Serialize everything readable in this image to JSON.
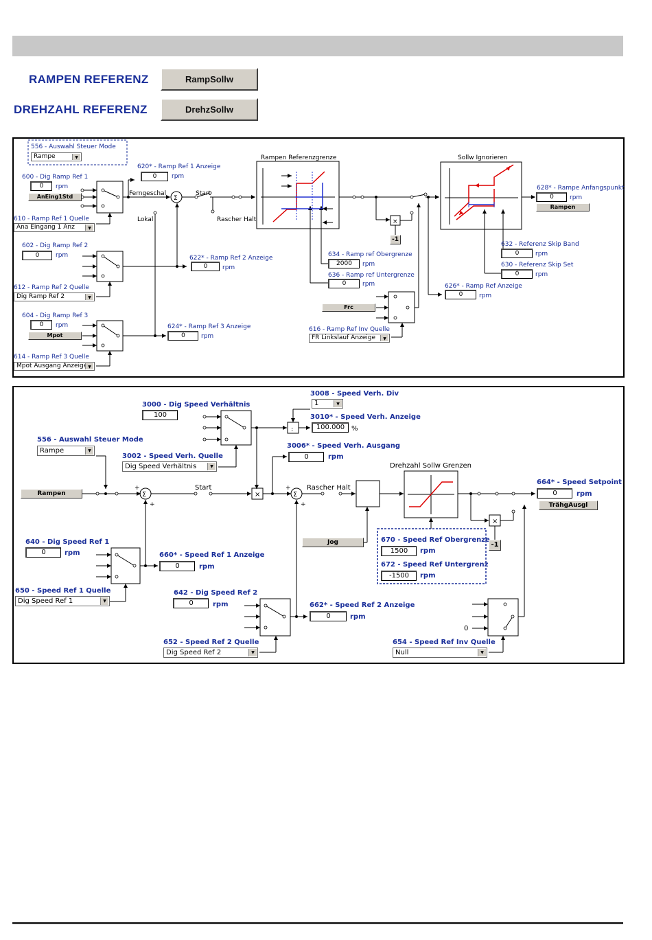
{
  "header": {
    "rampen_title": "RAMPEN REFERENZ",
    "rampen_button": "RampSollw",
    "drehzahl_title": "DREHZAHL REFERENZ",
    "drehzahl_button": "DrehzSollw"
  },
  "ramp": {
    "p556_label": "556 - Auswahl Steuer Mode",
    "p556_value": "Rampe",
    "p600_label": "600 - Dig Ramp Ref 1",
    "p600_value": "0",
    "rpm": "rpm",
    "anein_button": "AnEing1Std",
    "p610_label": "610 - Ramp Ref 1 Quelle",
    "p610_value": "Ana Eingang 1 Anz",
    "p620_label": "620* - Ramp Ref 1 Anzeige",
    "p620_value": "0",
    "ferngeschal": "Ferngeschal",
    "lokal": "Lokal",
    "start": "Start",
    "rascher_halt": "Rascher Halt",
    "rampen_ref_grenze": "Rampen Referenzgrenze",
    "sollw_ignorieren": "Sollw Ignorieren",
    "p628_label": "628* - Rampe Anfangspunkt",
    "p628_value": "0",
    "rampen_button": "Rampen",
    "p602_label": "602 - Dig Ramp Ref 2",
    "p602_value": "0",
    "p622_label": "622* - Ramp Ref 2 Anzeige",
    "p622_value": "0",
    "p612_label": "612 - Ramp Ref 2 Quelle",
    "p612_value": "Dig Ramp Ref 2",
    "p604_label": "604 - Dig Ramp Ref 3",
    "p604_value": "0",
    "mpot_button": "Mpot",
    "p624_label": "624* - Ramp Ref 3 Anzeige",
    "p624_value": "0",
    "p614_label": "614 - Ramp Ref 3 Quelle",
    "p614_value": "Mpot Ausgang Anzeige",
    "p634_label": "634 - Ramp ref Obergrenze",
    "p634_value": "2000",
    "p636_label": "636 - Ramp ref Untergrenze",
    "p636_value": "0",
    "minus1": "-1",
    "frc_button": "Frc",
    "p616_label": "616 - Ramp Ref Inv Quelle",
    "p616_value": "FR Linkslauf Anzeige",
    "p626_label": "626* - Ramp Ref Anzeige",
    "p626_value": "0",
    "p632_label": "632 - Referenz Skip Band",
    "p632_value": "0",
    "p630_label": "630 - Referenz Skip Set",
    "p630_value": "0",
    "sigma": "Σ",
    "times": "×"
  },
  "speed": {
    "p3000_label": "3000 - Dig Speed Verhältnis",
    "p3000_value": "100",
    "p3008_label": "3008 - Speed Verh. Div",
    "p3008_value": "1",
    "p3010_label": "3010* - Speed Verh. Anzeige",
    "p3010_value": "100.000",
    "percent": "%",
    "divide": ":",
    "p556_label": "556 - Auswahl Steuer Mode",
    "p556_value": "Rampe",
    "p3002_label": "3002 - Speed Verh. Quelle",
    "p3002_value": "Dig Speed Verhältnis",
    "p3006_label": "3006* - Speed Verh. Ausgang",
    "p3006_value": "0",
    "rpm": "rpm",
    "rampen_button": "Rampen",
    "start": "Start",
    "rascher_halt": "Rascher Halt",
    "drehzahl_grenzen": "Drehzahl Sollw Grenzen",
    "p664_label": "664* - Speed Setpoint",
    "p664_value": "0",
    "traeg_button": "TrähgAusgl",
    "p640_label": "640 - Dig Speed Ref 1",
    "p640_value": "0",
    "p660_label": "660* - Speed Ref 1 Anzeige",
    "p660_value": "0",
    "jog_button": "Jog",
    "p670_label": "670 - Speed Ref Obergrenze",
    "p670_value": "1500",
    "p672_label": "672 - Speed Ref Untergrenz",
    "p672_value": "-1500",
    "minus1": "-1",
    "p650_label": "650 - Speed Ref 1 Quelle",
    "p650_value": "Dig Speed Ref 1",
    "p642_label": "642 - Dig Speed Ref 2",
    "p642_value": "0",
    "p662_label": "662* - Speed Ref 2 Anzeige",
    "p662_value": "0",
    "p652_label": "652 - Speed Ref 2 Quelle",
    "p652_value": "Dig Speed Ref 2",
    "p654_label": "654 - Speed Ref Inv Quelle",
    "p654_value": "Null",
    "zero": "0",
    "plus": "+",
    "minus": "-",
    "sigma": "Σ",
    "times": "×"
  }
}
